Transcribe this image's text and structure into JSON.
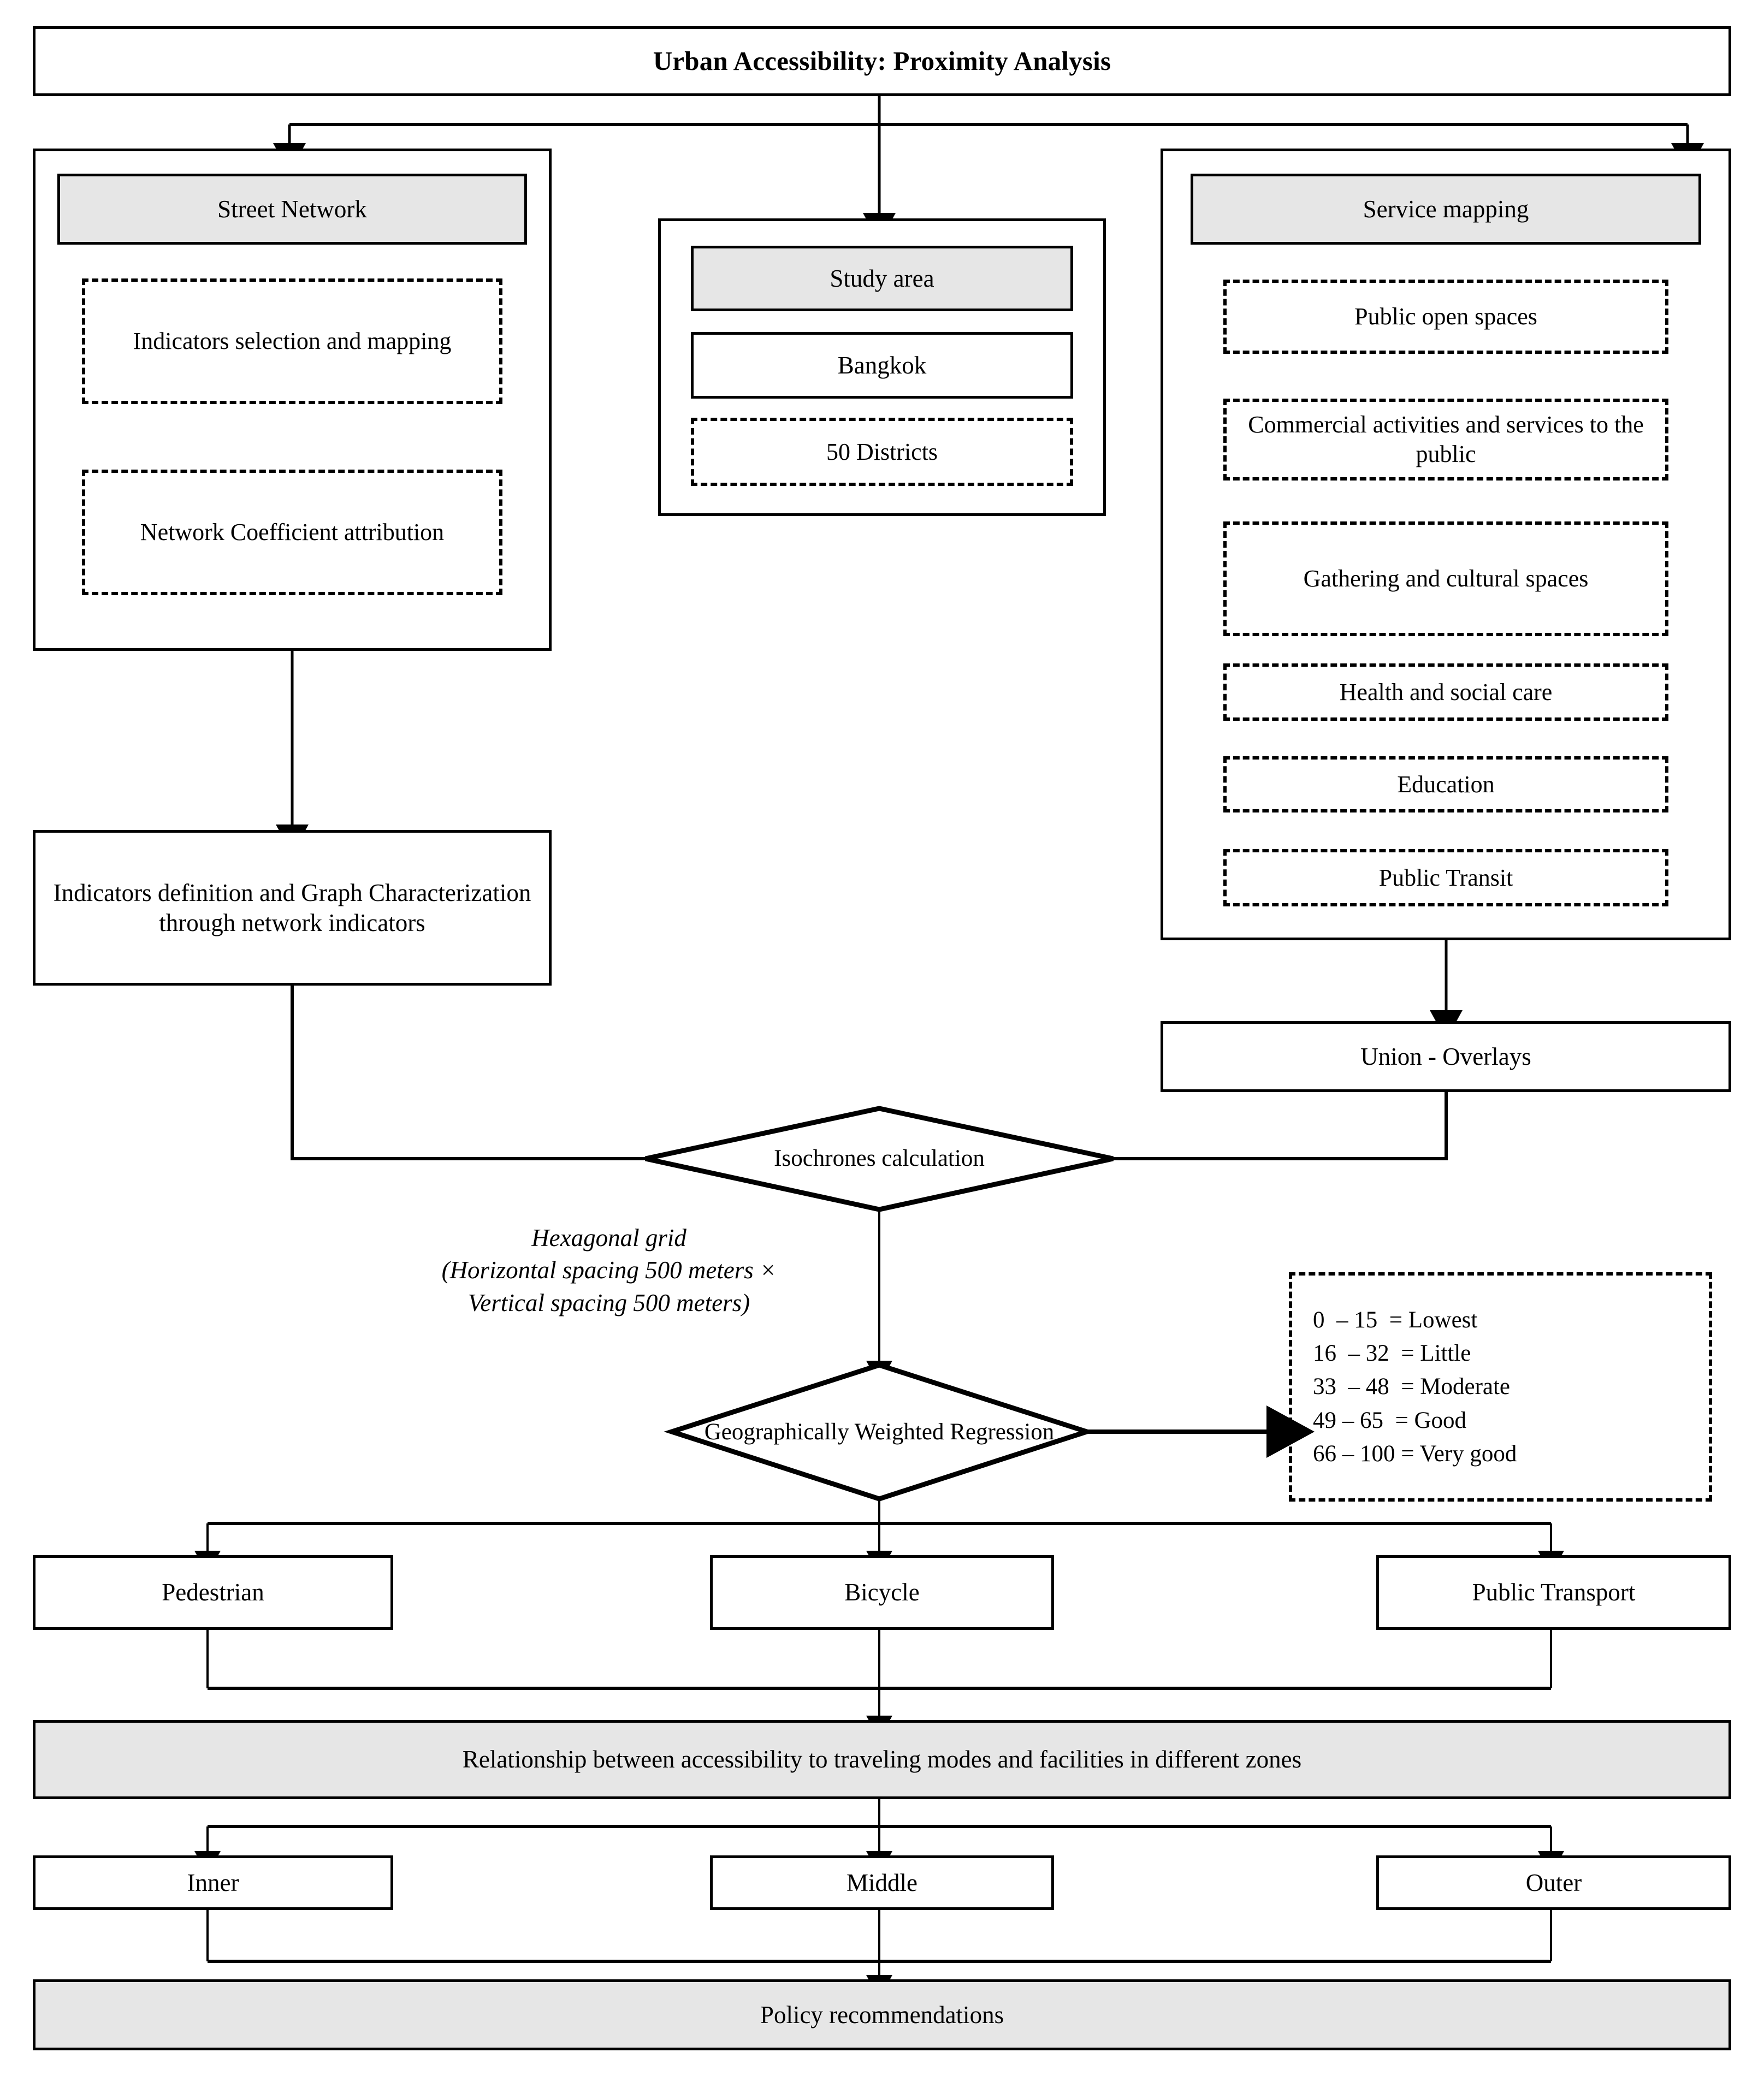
{
  "title": "Urban Accessibility: Proximity Analysis",
  "street_network": {
    "header": "Street Network",
    "steps": [
      "Indicators selection and mapping",
      "Network Coefficient attribution"
    ]
  },
  "study_area": {
    "header": "Study area",
    "city": "Bangkok",
    "districts": "50 Districts"
  },
  "service_mapping": {
    "header": "Service mapping",
    "items": [
      "Public open spaces",
      "Commercial activities and services to the public",
      "Gathering and cultural spaces",
      "Health and social care",
      "Education",
      "Public Transit"
    ]
  },
  "indicators_definition": "Indicators definition and Graph Characterization through network indicators",
  "union_overlays": "Union - Overlays",
  "isochrones": "Isochrones calculation",
  "hex_note": {
    "line1": "Hexagonal grid",
    "line2": "(Horizontal spacing 500 meters ×",
    "line3": "Vertical spacing 500 meters)"
  },
  "gwr": "Geographically Weighted Regression",
  "legend": {
    "rows": [
      "0  – 15  = Lowest",
      "16  – 32  = Little",
      "33  – 48  = Moderate",
      "49 – 65  = Good",
      "66 – 100 = Very good"
    ]
  },
  "modes": [
    "Pedestrian",
    "Bicycle",
    "Public Transport"
  ],
  "relationship": "Relationship between accessibility to traveling modes and facilities in different zones",
  "zones": [
    "Inner",
    "Middle",
    "Outer"
  ],
  "policy": "Policy recommendations",
  "colors": {
    "stroke": "#000000",
    "gray_fill": "#e6e6e6",
    "background": "#ffffff"
  }
}
